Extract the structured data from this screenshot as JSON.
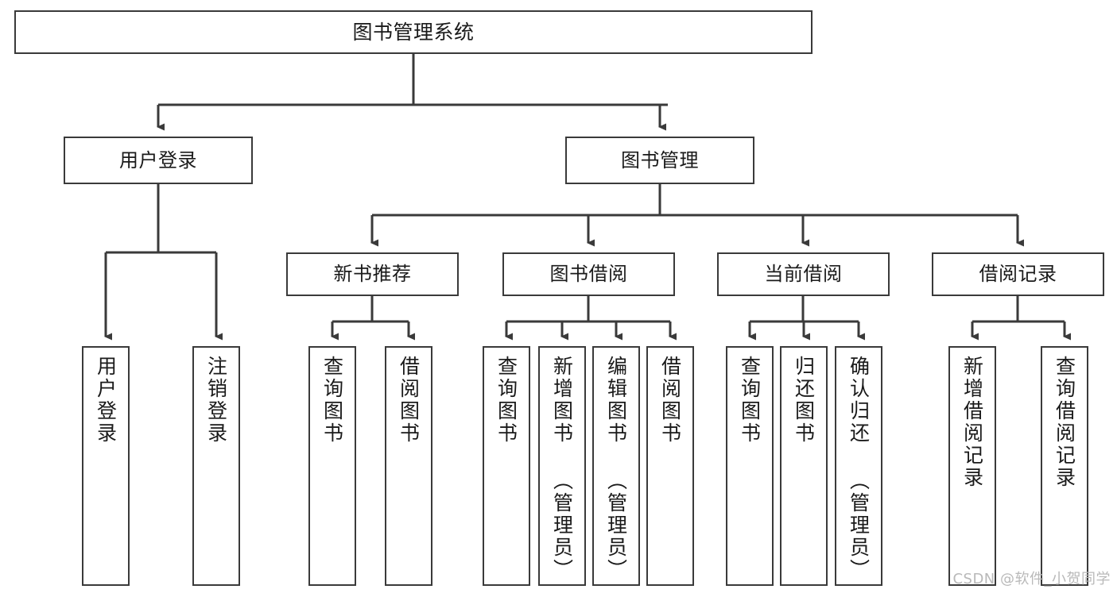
{
  "diagram": {
    "title": "图书管理系统",
    "type": "tree-hierarchy",
    "root": {
      "label": "图书管理系统"
    },
    "level1": [
      {
        "label": "用户登录"
      },
      {
        "label": "图书管理"
      }
    ],
    "level2": [
      {
        "label": "新书推荐"
      },
      {
        "label": "图书借阅"
      },
      {
        "label": "当前借阅"
      },
      {
        "label": "借阅记录"
      }
    ],
    "leaves": {
      "user_login": [
        {
          "label": "用户登录"
        },
        {
          "label": "注销登录"
        }
      ],
      "new_book_recommend": [
        {
          "label": "查询图书"
        },
        {
          "label": "借阅图书"
        }
      ],
      "book_borrow": [
        {
          "label": "查询图书"
        },
        {
          "label": "新增图书\n（管理员）"
        },
        {
          "label": "编辑图书\n（管理员）"
        },
        {
          "label": "借阅图书"
        }
      ],
      "current_borrow": [
        {
          "label": "查询图书"
        },
        {
          "label": "归还图书"
        },
        {
          "label": "确认归还\n（管理员）"
        }
      ],
      "borrow_record": [
        {
          "label": "新增借阅记录"
        },
        {
          "label": "查询借阅记录"
        }
      ]
    }
  },
  "watermark": {
    "text": "CSDN @软件_小贺同学"
  },
  "colors": {
    "stroke": "#3a3a3a",
    "background": "#ffffff",
    "text": "#1a1a1a",
    "watermark": "#b9b9b9"
  }
}
